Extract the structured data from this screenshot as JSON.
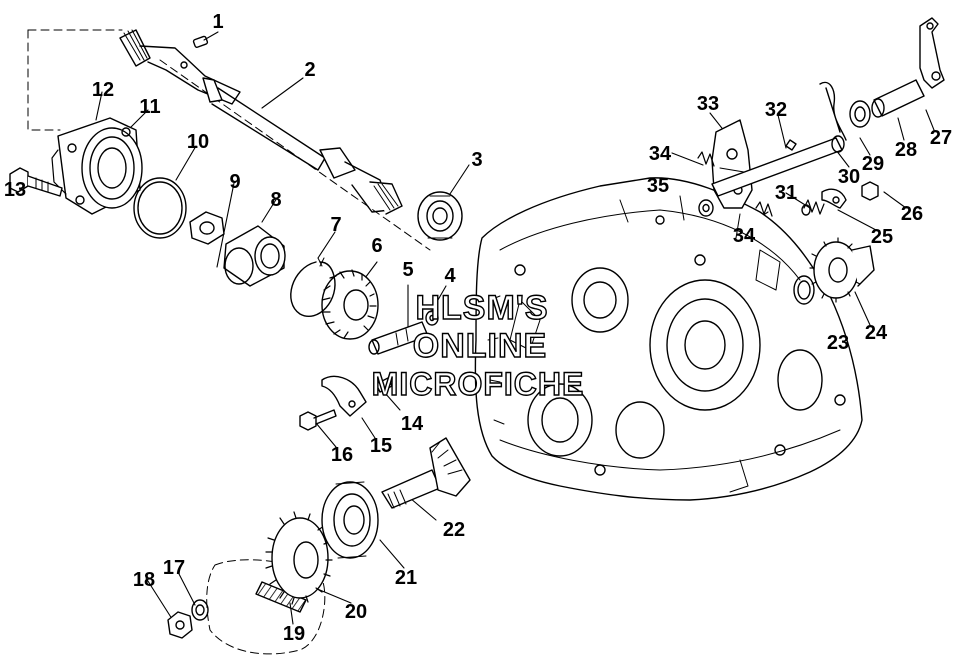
{
  "watermark": {
    "line1": "HLSM'S",
    "line2": "ONLINE",
    "line3": "MICROFICHE"
  },
  "callouts": {
    "c1": "1",
    "c2": "2",
    "c3": "3",
    "c4": "4",
    "c5": "5",
    "c6": "6",
    "c7": "7",
    "c8": "8",
    "c9": "9",
    "c10": "10",
    "c11": "11",
    "c12": "12",
    "c13": "13",
    "c14": "14",
    "c15": "15",
    "c16": "16",
    "c17": "17",
    "c18": "18",
    "c19": "19",
    "c20": "20",
    "c21": "21",
    "c22": "22",
    "c23": "23",
    "c24": "24",
    "c25": "25",
    "c26": "26",
    "c27": "27",
    "c28": "28",
    "c29": "29",
    "c30": "30",
    "c31": "31",
    "c32": "32",
    "c33": "33",
    "c34a": "34",
    "c34b": "34",
    "c35": "35"
  }
}
